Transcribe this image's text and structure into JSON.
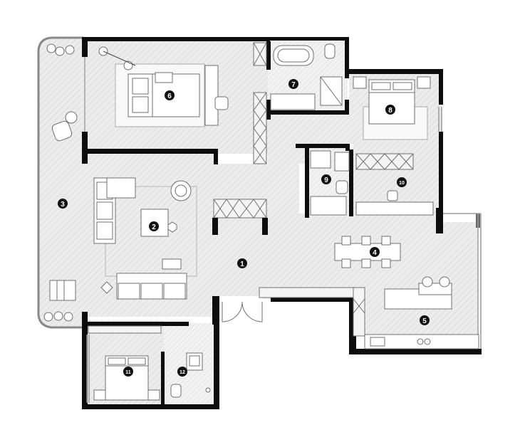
{
  "room_markers": [
    "1",
    "2",
    "3",
    "4",
    "5",
    "6",
    "7",
    "8",
    "9",
    "10",
    "11",
    "12"
  ],
  "colors": {
    "wall": "#0d0d0d",
    "floor": "#e9e9e9",
    "hatch": "#d2d2d2",
    "furniture_fill": "#ffffff",
    "furniture_line": "#6f6f6f",
    "marker": "#111111"
  }
}
